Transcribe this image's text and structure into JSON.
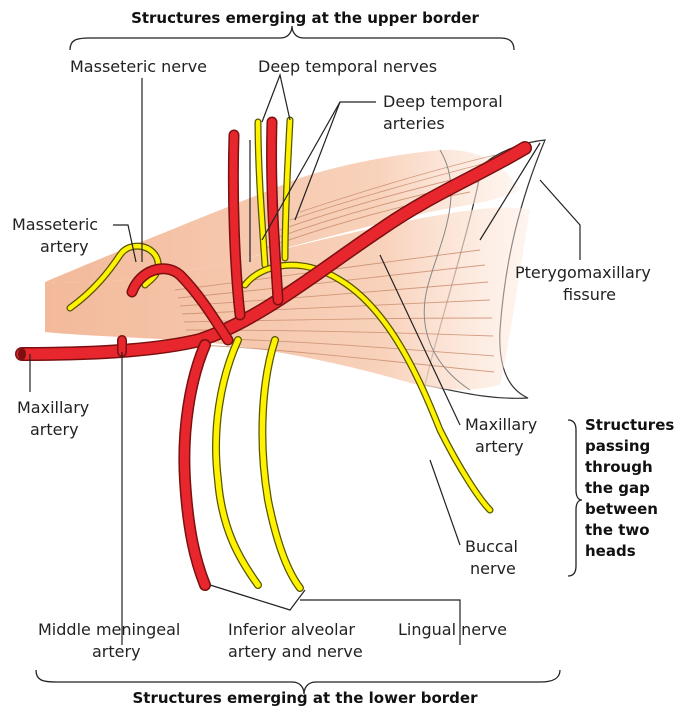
{
  "headings": {
    "upper": "Structures emerging at the upper border",
    "lower": "Structures emerging at the lower border"
  },
  "side_heading": [
    "Structures",
    "passing",
    "through",
    "the gap",
    "between",
    "the two",
    "heads"
  ],
  "labels": {
    "masseteric_nerve": "Masseteric nerve",
    "deep_temporal_nerves": "Deep temporal nerves",
    "deep_temporal_arteries": [
      "Deep temporal",
      "arteries"
    ],
    "masseteric_artery": [
      "Masseteric",
      "artery"
    ],
    "pterygomaxillary_fissure": [
      "Pterygomaxillary",
      "fissure"
    ],
    "maxillary_artery_left": [
      "Maxillary",
      "artery"
    ],
    "maxillary_artery_right": [
      "Maxillary",
      "artery"
    ],
    "buccal_nerve": [
      "Buccal",
      "nerve"
    ],
    "middle_meningeal_artery": [
      "Middle meningeal",
      "artery"
    ],
    "inferior_alveolar": [
      "Inferior alveolar",
      "artery and nerve"
    ],
    "lingual_nerve": "Lingual nerve"
  },
  "colors": {
    "artery": "#e8262d",
    "artery_outline": "#7a1010",
    "nerve": "#fff200",
    "nerve_outline": "#555500",
    "muscle": "#f7c6a8",
    "muscle_lines": "#c98a6a"
  }
}
